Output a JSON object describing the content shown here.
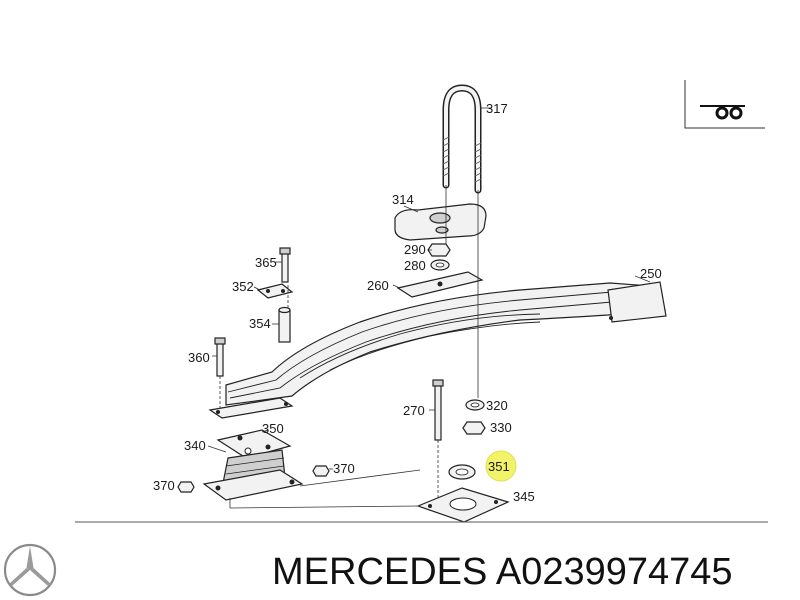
{
  "labels": {
    "p317": "317",
    "p314": "314",
    "p290": "290",
    "p280": "280",
    "p260": "260",
    "p250": "250",
    "p365": "365",
    "p352": "352",
    "p354": "354",
    "p360": "360",
    "p350": "350",
    "p340": "340",
    "p370a": "370",
    "p370b": "370",
    "p270": "270",
    "p320": "320",
    "p330": "330",
    "p351": "351",
    "p345": "345"
  },
  "highlight": {
    "part": "351",
    "color": "#f3f36a"
  },
  "logo_icon": "mercedes-star-icon",
  "vehicle_icon": "trailer-axle-icon",
  "footer": {
    "brand": "MERCEDES",
    "part_number": "A0239974745"
  }
}
